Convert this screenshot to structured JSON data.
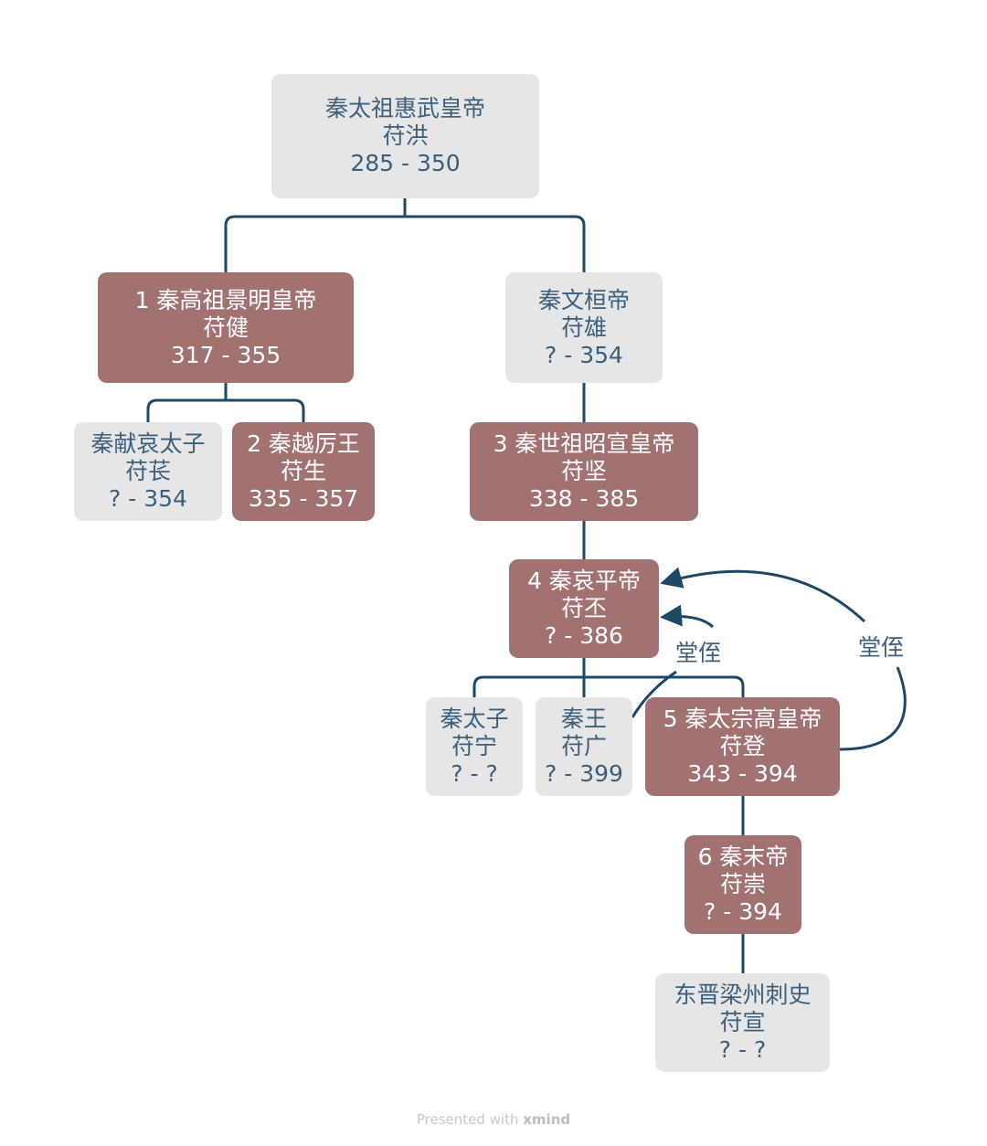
{
  "nodes": {
    "root": {
      "title": "秦太祖惠武皇帝",
      "name": "苻洪",
      "years": "285 - 350"
    },
    "n1": {
      "title": "1 秦高祖景明皇帝",
      "name": "苻健",
      "years": "317 - 355"
    },
    "wen": {
      "title": "秦文桓帝",
      "name": "苻雄",
      "years": "? - 354"
    },
    "xian": {
      "title": "秦献哀太子",
      "name": "苻苌",
      "years": "? - 354"
    },
    "n2": {
      "title": "2 秦越厉王",
      "name": "苻生",
      "years": "335 - 357"
    },
    "n3": {
      "title": "3 秦世祖昭宣皇帝",
      "name": "苻坚",
      "years": "338 - 385"
    },
    "n4": {
      "title": "4 秦哀平帝",
      "name": "苻丕",
      "years": "? - 386"
    },
    "taizi": {
      "title": "秦太子",
      "name": "苻宁",
      "years": "? - ?"
    },
    "wang": {
      "title": "秦王",
      "name": "苻广",
      "years": "? - 399"
    },
    "n5": {
      "title": "5 秦太宗高皇帝",
      "name": "苻登",
      "years": "343 - 394"
    },
    "n6": {
      "title": "6 秦末帝",
      "name": "苻崇",
      "years": "? - 394"
    },
    "dongjin": {
      "title": "东晋梁州刺史",
      "name": "苻宣",
      "years": "? - ?"
    }
  },
  "relations": {
    "r1": "堂侄",
    "r2": "堂侄"
  },
  "footer": {
    "prefix": "Presented with ",
    "brand": "xmind"
  },
  "colors": {
    "emperor": "#a27171",
    "other": "#e6e6e6",
    "line": "#1f4766"
  }
}
